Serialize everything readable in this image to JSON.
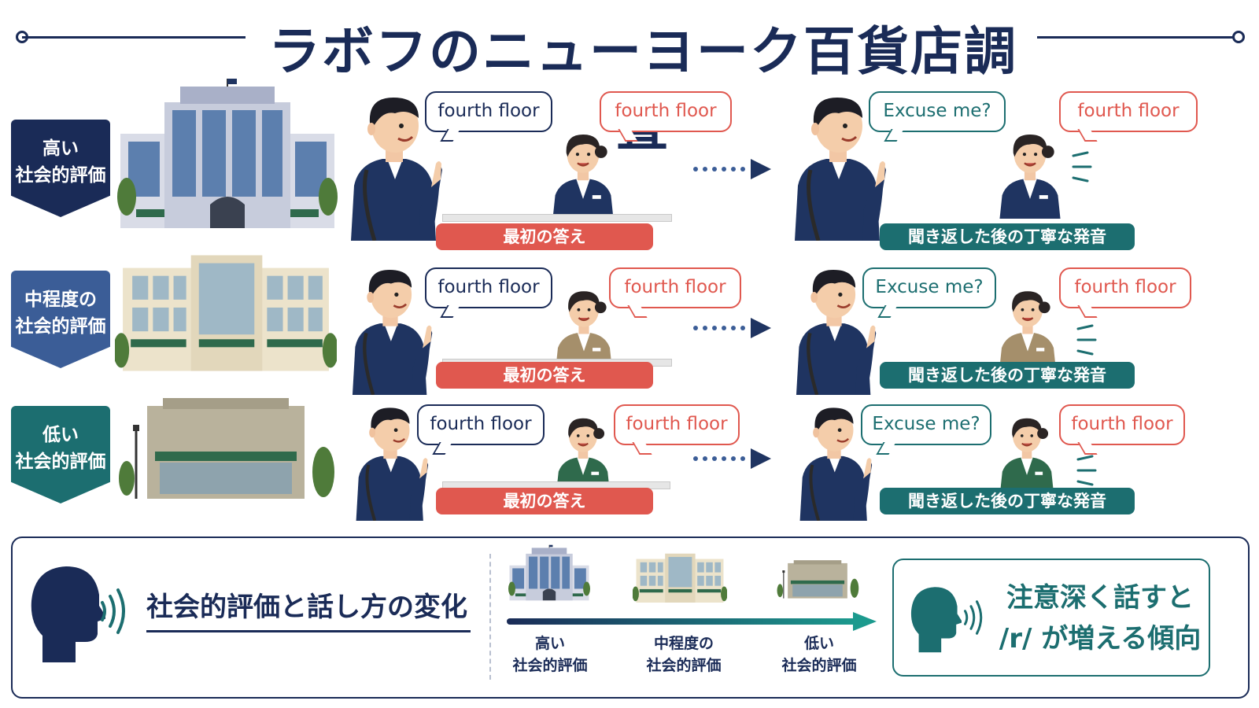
{
  "title": "ラボフのニューヨーク百貨店調査",
  "rows": [
    {
      "tag_lines": [
        "高い",
        "社会的評価"
      ],
      "tag_color": "#1a2b57",
      "first_speaker": "fourth floor",
      "first_answer": "fourth floor",
      "first_label": "最初の答え",
      "second_speaker": "Excuse me?",
      "second_answer": "fourth floor",
      "second_label": "聞き返した後の丁寧な発音"
    },
    {
      "tag_lines": [
        "中程度の",
        "社会的評価"
      ],
      "tag_color": "#3b5d97",
      "first_speaker": "fourth floor",
      "first_answer": "fourth floor",
      "first_label": "最初の答え",
      "second_speaker": "Excuse me?",
      "second_answer": "fourth floor",
      "second_label": "聞き返した後の丁寧な発音"
    },
    {
      "tag_lines": [
        "低い",
        "社会的評価"
      ],
      "tag_color": "#1c6e70",
      "first_speaker": "fourth floor",
      "first_answer": "fourth floor",
      "first_label": "最初の答え",
      "second_speaker": "Excuse me?",
      "second_answer": "fourth floor",
      "second_label": "聞き返した後の丁寧な発音"
    }
  ],
  "bottom": {
    "heading": "社会的評価と話し方の変化",
    "scale": [
      {
        "lines": [
          "高い",
          "社会的評価"
        ]
      },
      {
        "lines": [
          "中程度の",
          "社会的評価"
        ]
      },
      {
        "lines": [
          "低い",
          "社会的評価"
        ]
      }
    ],
    "result_lines": [
      "注意深く話すと",
      "/r/ が増える傾向"
    ]
  },
  "colors": {
    "navy": "#1a2b57",
    "red": "#e0584f",
    "teal": "#1c6e70"
  },
  "icons": [
    "speaking-head-icon",
    "sound-waves-icon",
    "building-icon",
    "person-icon",
    "dotted-arrow-icon",
    "gradient-arrow-icon"
  ]
}
